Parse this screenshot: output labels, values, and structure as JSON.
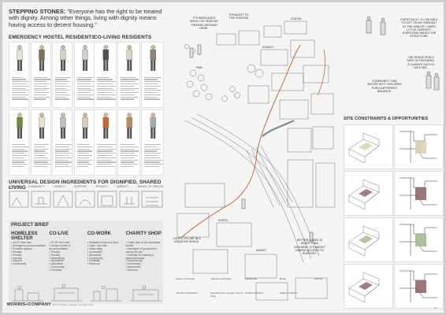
{
  "header": {
    "title_bold": "STEPPING STONES:",
    "title_quote": " \"Everyone has the right to be treated with dignity. Among other things, living with dignity means having access to decent housing.\""
  },
  "sections": {
    "emergency": "EMERGENCY HOSTEL RESIDENTS",
    "coliving": "CO-LIVING RESIDENTS",
    "ingredients": "UNIVERSAL DESIGN INGREDIENTS FOR DIGNIFIED, SHARED LIVING",
    "site": "SITE CONSTRAINTS & OPPORTUNITIES"
  },
  "ingredients": [
    "SAFETY",
    "COMMUNITY",
    "HOMELY",
    "SUPPORT",
    "PRIVACY",
    "AMENITY",
    "RANGE OF SPACES"
  ],
  "brief": {
    "title": "PROJECT BRIEF",
    "columns": [
      {
        "heading": "HOMELESS SHELTER",
        "items": [
          "16-22 Year olds",
          "Emergency accommodation",
          "Possible spaces",
          "Storage",
          "Privacy",
          "Homely",
          "Support",
          "Community"
        ]
      },
      {
        "heading": "CO-LIVE",
        "items": [
          "22-35 Year olds",
          "Unique model of accommodation",
          "Privacy",
          "Homely",
          "Networking",
          "Accessible",
          "Affordable",
          "Community",
          "Flexibility"
        ]
      },
      {
        "heading": "CO-WORK",
        "items": [
          "Activation of ground floor",
          "Open 7am-late",
          "Networking",
          "Accessible",
          "Affordable",
          "Community",
          "Flexibility",
          "Revenue"
        ]
      },
      {
        "heading": "CHARITY SHOP",
        "items": [
          "Public face of the homeless shelter",
          "Activation of ground floor during the day",
          "Potential for training & apprenticeships",
          "Volunteering",
          "Community",
          "Awareness",
          "Revenue"
        ]
      }
    ]
  },
  "notes": [
    "IT'S BEEN AGES SINCE I'VE SEEN MY FRIENDS AROUND HERE.",
    "STRAIGHT TO THE STATION!",
    "EVENTUALLY, I'LL BE ABLE TO GET ON MY OWN BUT AT THE MINUTE, I NEED LITTLE SUPPORT. EVERYONE NEEDS THE STRUCTURE.",
    "THE SPACE FEELS SAFE IN THIS AREA. IS ALWAYS SUCH A NICE MIX.",
    "COMMUNITY HAS MOVED INTO THIS AREA FOR A DIFFERENT BALANCE.",
    "I HOPE TO USE IN A CREATIVE SPACE.",
    "BETTER LIVING IS MORE THAN HOUSING. IT'S ABOUT HAVING ACCESS TO SUPPORT."
  ],
  "map_labels": [
    "STATION",
    "CHURCH",
    "PARK",
    "MARKET",
    "HOSTEL"
  ],
  "legend": [
    "Places of Worship",
    "Schools & Education",
    "Cultural & Exhibition",
    "Entertainment, Leisure, Food & Drink",
    "Residential",
    "Health & Medical",
    "Retail",
    "Railway Stations",
    "Parking"
  ],
  "footer": {
    "brand": "MORRIS+COMPANY",
    "sub": " Shift Library, Hostel Competition"
  },
  "page_no": "04"
}
